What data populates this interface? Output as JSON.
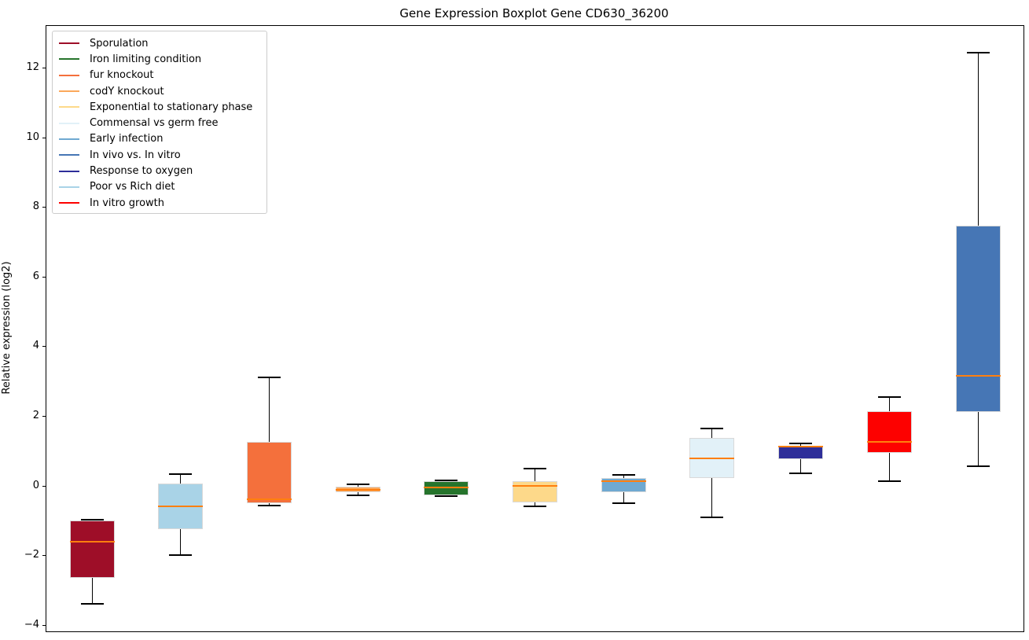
{
  "title": "Gene Expression Boxplot Gene CD630_36200",
  "chart_data": {
    "type": "boxplot",
    "title": "Gene Expression Boxplot Gene CD630_36200",
    "xlabel": "",
    "ylabel": "Relative expression (log2)",
    "ylim": [
      -4.16,
      13.22
    ],
    "grid": false,
    "legend_position": "upper left",
    "median_color": "#ff7f0e",
    "whisker_color": "#000000",
    "box_edge_color": "#d9d9d9",
    "yticks": [
      {
        "value": -4,
        "label": "−4"
      },
      {
        "value": -2,
        "label": "−2"
      },
      {
        "value": 0,
        "label": "0"
      },
      {
        "value": 2,
        "label": "2"
      },
      {
        "value": 4,
        "label": "4"
      },
      {
        "value": 6,
        "label": "6"
      },
      {
        "value": 8,
        "label": "8"
      },
      {
        "value": 10,
        "label": "10"
      },
      {
        "value": 12,
        "label": "12"
      }
    ],
    "legend": [
      {
        "label": "Sporulation",
        "color": "#9e0e28"
      },
      {
        "label": "Iron limiting condition",
        "color": "#26742c"
      },
      {
        "label": "fur knockout",
        "color": "#f4703c"
      },
      {
        "label": "codY knockout",
        "color": "#fba85b"
      },
      {
        "label": "Exponential to stationary phase",
        "color": "#fdd98a"
      },
      {
        "label": "Commensal vs germ free",
        "color": "#e2f1f8"
      },
      {
        "label": "Early infection",
        "color": "#6fa9d1"
      },
      {
        "label": "In vivo vs. In vitro",
        "color": "#4676b5"
      },
      {
        "label": "Response to oxygen",
        "color": "#2e2e99"
      },
      {
        "label": "Poor vs Rich diet",
        "color": "#a9d3e7"
      },
      {
        "label": "In vitro growth",
        "color": "#fd0100"
      }
    ],
    "boxes": [
      {
        "condition": "Sporulation",
        "color": "#9e0e28",
        "whisker_low": -3.4,
        "q1": -2.64,
        "median": -1.61,
        "q3": -1.01,
        "whisker_high": -0.97
      },
      {
        "condition": "Poor vs Rich diet",
        "color": "#a9d3e7",
        "whisker_low": -2.0,
        "q1": -1.25,
        "median": -0.59,
        "q3": 0.07,
        "whisker_high": 0.33
      },
      {
        "condition": "fur knockout",
        "color": "#f4703c",
        "whisker_low": -0.57,
        "q1": -0.51,
        "median": -0.38,
        "q3": 1.26,
        "whisker_high": 3.1
      },
      {
        "condition": "codY knockout",
        "color": "#fba85b",
        "whisker_low": -0.27,
        "q1": -0.19,
        "median": -0.11,
        "q3": -0.02,
        "whisker_high": 0.04
      },
      {
        "condition": "Iron limiting condition",
        "color": "#26742c",
        "whisker_low": -0.31,
        "q1": -0.28,
        "median": -0.06,
        "q3": 0.13,
        "whisker_high": 0.15
      },
      {
        "condition": "Exponential to stationary phase",
        "color": "#fdd98a",
        "whisker_low": -0.6,
        "q1": -0.49,
        "median": -0.01,
        "q3": 0.12,
        "whisker_high": 0.49
      },
      {
        "condition": "Early infection",
        "color": "#6fa9d1",
        "whisker_low": -0.51,
        "q1": -0.19,
        "median": 0.12,
        "q3": 0.21,
        "whisker_high": 0.32
      },
      {
        "condition": "Commensal vs germ free",
        "color": "#e2f1f8",
        "whisker_low": -0.92,
        "q1": 0.23,
        "median": 0.78,
        "q3": 1.37,
        "whisker_high": 1.63
      },
      {
        "condition": "Response to oxygen",
        "color": "#2e2e99",
        "whisker_low": 0.36,
        "q1": 0.75,
        "median": 1.12,
        "q3": 1.14,
        "whisker_high": 1.21
      },
      {
        "condition": "In vitro growth",
        "color": "#fd0100",
        "whisker_low": 0.13,
        "q1": 0.94,
        "median": 1.26,
        "q3": 2.13,
        "whisker_high": 2.54
      },
      {
        "condition": "In vivo vs. In vitro",
        "color": "#4676b5",
        "whisker_low": 0.56,
        "q1": 2.11,
        "median": 3.15,
        "q3": 7.46,
        "whisker_high": 12.42
      }
    ]
  }
}
